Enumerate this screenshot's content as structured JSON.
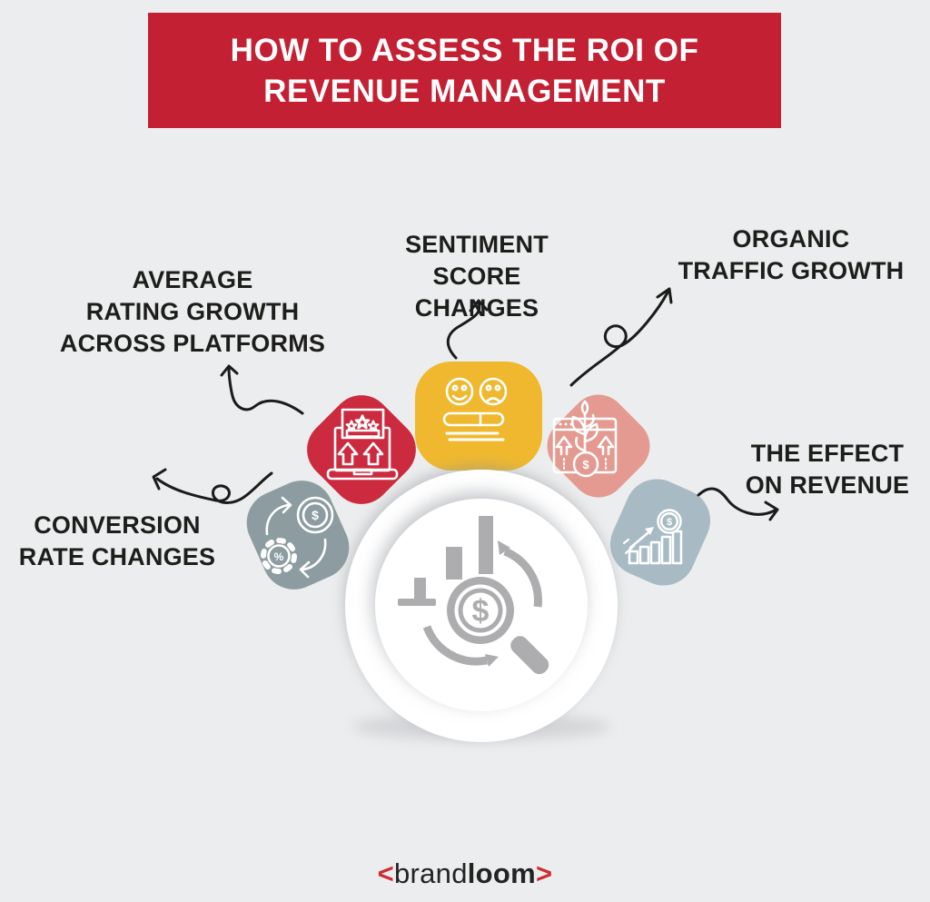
{
  "banner": {
    "line1": "HOW TO ASSESS THE ROI OF",
    "line2": "REVENUE MANAGEMENT",
    "bg_color": "#C32133",
    "text_color": "#FFFFFF"
  },
  "labels": {
    "rating": {
      "lines": [
        "AVERAGE",
        "RATING GROWTH",
        "ACROSS PLATFORMS"
      ]
    },
    "sentiment": {
      "lines": [
        "SENTIMENT",
        "SCORE CHANGES"
      ]
    },
    "organic": {
      "lines": [
        "ORGANIC",
        "TRAFFIC GROWTH"
      ]
    },
    "conversion": {
      "lines": [
        "CONVERSION",
        "RATE CHANGES"
      ]
    },
    "effect": {
      "lines": [
        "THE EFFECT",
        "ON REVENUE"
      ]
    }
  },
  "petals": {
    "conversion": {
      "color": "#8C9CA0",
      "icon": "conversion-cycle-icon"
    },
    "rating": {
      "color": "#CC2A3E",
      "icon": "rating-laptop-icon"
    },
    "sentiment": {
      "color": "#EFB82E",
      "icon": "sentiment-faces-icon"
    },
    "organic": {
      "color": "#E49A91",
      "icon": "organic-growth-icon"
    },
    "effect": {
      "color": "#A8BBC5",
      "icon": "revenue-chart-icon"
    }
  },
  "center": {
    "icon": "revenue-analysis-magnifier-icon",
    "color": "#ADADAF"
  },
  "glyphs": {
    "dollar": "$",
    "percent": "%"
  },
  "footer": {
    "open": "<",
    "brand": "brand",
    "loom": "loom",
    "close": ">",
    "chevron_color": "#CF2B33"
  },
  "colors": {
    "background": "#ECEDEE",
    "label_text": "#1D1D1B",
    "arrow": "#1B1B1B"
  }
}
